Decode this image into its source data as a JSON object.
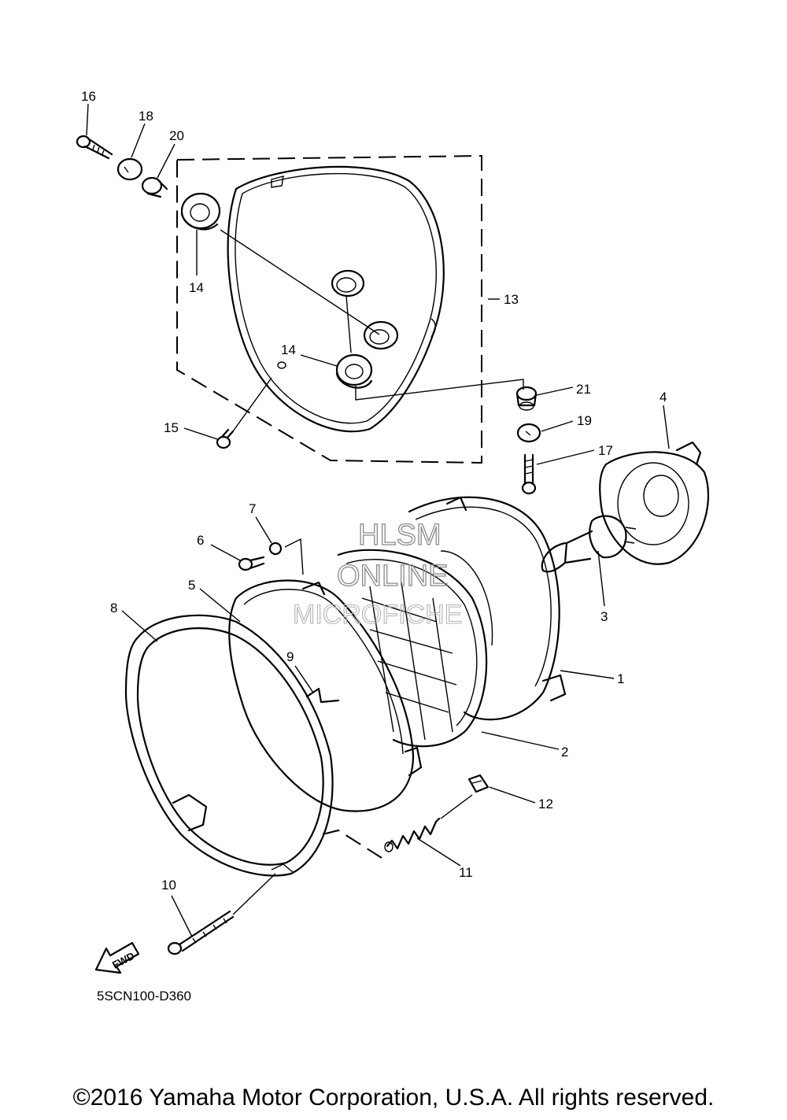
{
  "callouts": {
    "p1": "1",
    "p2": "2",
    "p3": "3",
    "p4": "4",
    "p5": "5",
    "p6": "6",
    "p7": "7",
    "p8": "8",
    "p9": "9",
    "p10": "10",
    "p11": "11",
    "p12": "12",
    "p13": "13",
    "p14a": "14",
    "p14b": "14",
    "p15": "15",
    "p16": "16",
    "p17": "17",
    "p18": "18",
    "p19": "19",
    "p20": "20",
    "p21": "21"
  },
  "fwd_label": "FWD",
  "diagram_code": "5SCN100-D360",
  "watermark": {
    "line1": "HLSM",
    "line2": "ONLINE",
    "line3": "MICROFICHE"
  },
  "copyright": "©2016 Yamaha Motor Corporation, U.S.A. All rights reserved."
}
